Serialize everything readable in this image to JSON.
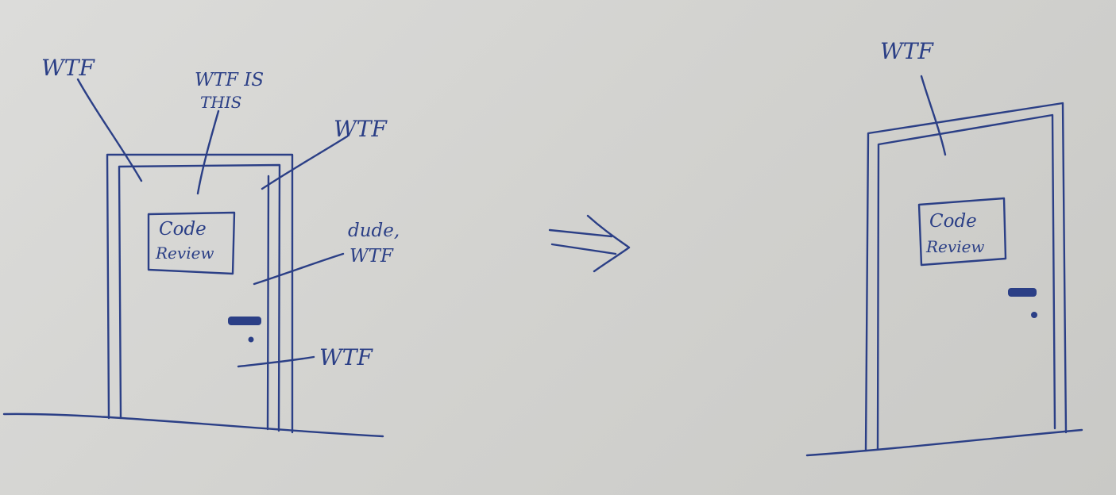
{
  "colors": {
    "paper": "#d6d6d3",
    "ink": "#2b3f86"
  },
  "left_door": {
    "sign": {
      "line1": "Code",
      "line2": "Review"
    },
    "annotations": {
      "top_left": "WTF",
      "top_center_line1": "WTF IS",
      "top_center_line2": "THIS",
      "top_right": "WTF",
      "middle_right_line1": "dude,",
      "middle_right_line2": "WTF",
      "bottom_right": "WTF"
    }
  },
  "right_door": {
    "sign": {
      "line1": "Code",
      "line2": "Review"
    },
    "annotations": {
      "top": "WTF"
    }
  },
  "connector": {
    "icon": "double-arrow-right-icon"
  }
}
